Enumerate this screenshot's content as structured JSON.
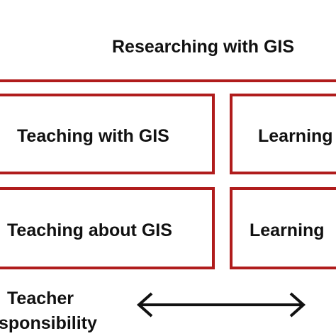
{
  "diagram": {
    "top_box": {
      "label": "Researching with GIS"
    },
    "left_column": [
      {
        "label": "Teaching with GIS"
      },
      {
        "label": "Teaching about GIS"
      }
    ],
    "right_column": [
      {
        "label": "Learning"
      },
      {
        "label": "Learning"
      }
    ],
    "axis": {
      "left_label_line1": "Teacher",
      "left_label_line2": "sponsibility"
    },
    "colors": {
      "box_border": "#b01c1c",
      "text": "#111111",
      "arrow": "#111111"
    }
  }
}
